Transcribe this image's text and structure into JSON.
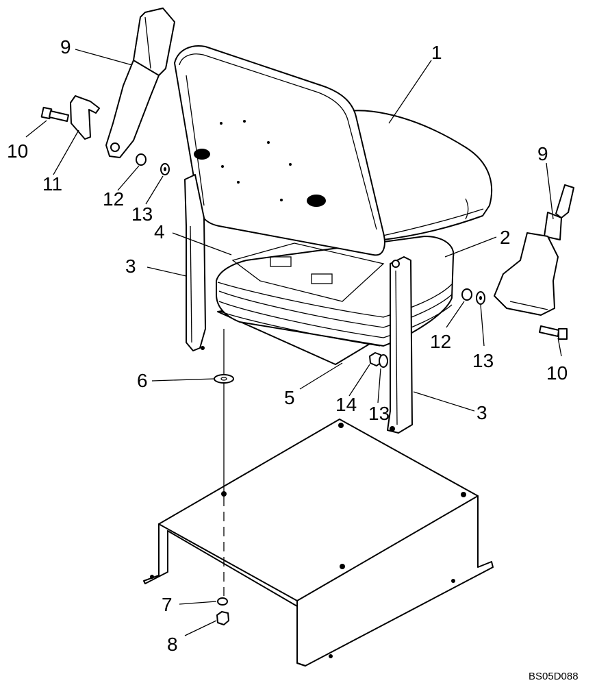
{
  "callouts": [
    {
      "id": "c1",
      "text": "1"
    },
    {
      "id": "c2",
      "text": "2"
    },
    {
      "id": "c3a",
      "text": "3"
    },
    {
      "id": "c3b",
      "text": "3"
    },
    {
      "id": "c4",
      "text": "4"
    },
    {
      "id": "c5",
      "text": "5"
    },
    {
      "id": "c6",
      "text": "6"
    },
    {
      "id": "c7",
      "text": "7"
    },
    {
      "id": "c8",
      "text": "8"
    },
    {
      "id": "c9a",
      "text": "9"
    },
    {
      "id": "c9b",
      "text": "9"
    },
    {
      "id": "c10a",
      "text": "10"
    },
    {
      "id": "c10b",
      "text": "10"
    },
    {
      "id": "c11",
      "text": "11"
    },
    {
      "id": "c12a",
      "text": "12"
    },
    {
      "id": "c12b",
      "text": "12"
    },
    {
      "id": "c13a",
      "text": "13"
    },
    {
      "id": "c13b",
      "text": "13"
    },
    {
      "id": "c13c",
      "text": "13"
    },
    {
      "id": "c14",
      "text": "14"
    }
  ],
  "drawing_code": "BS05D088"
}
